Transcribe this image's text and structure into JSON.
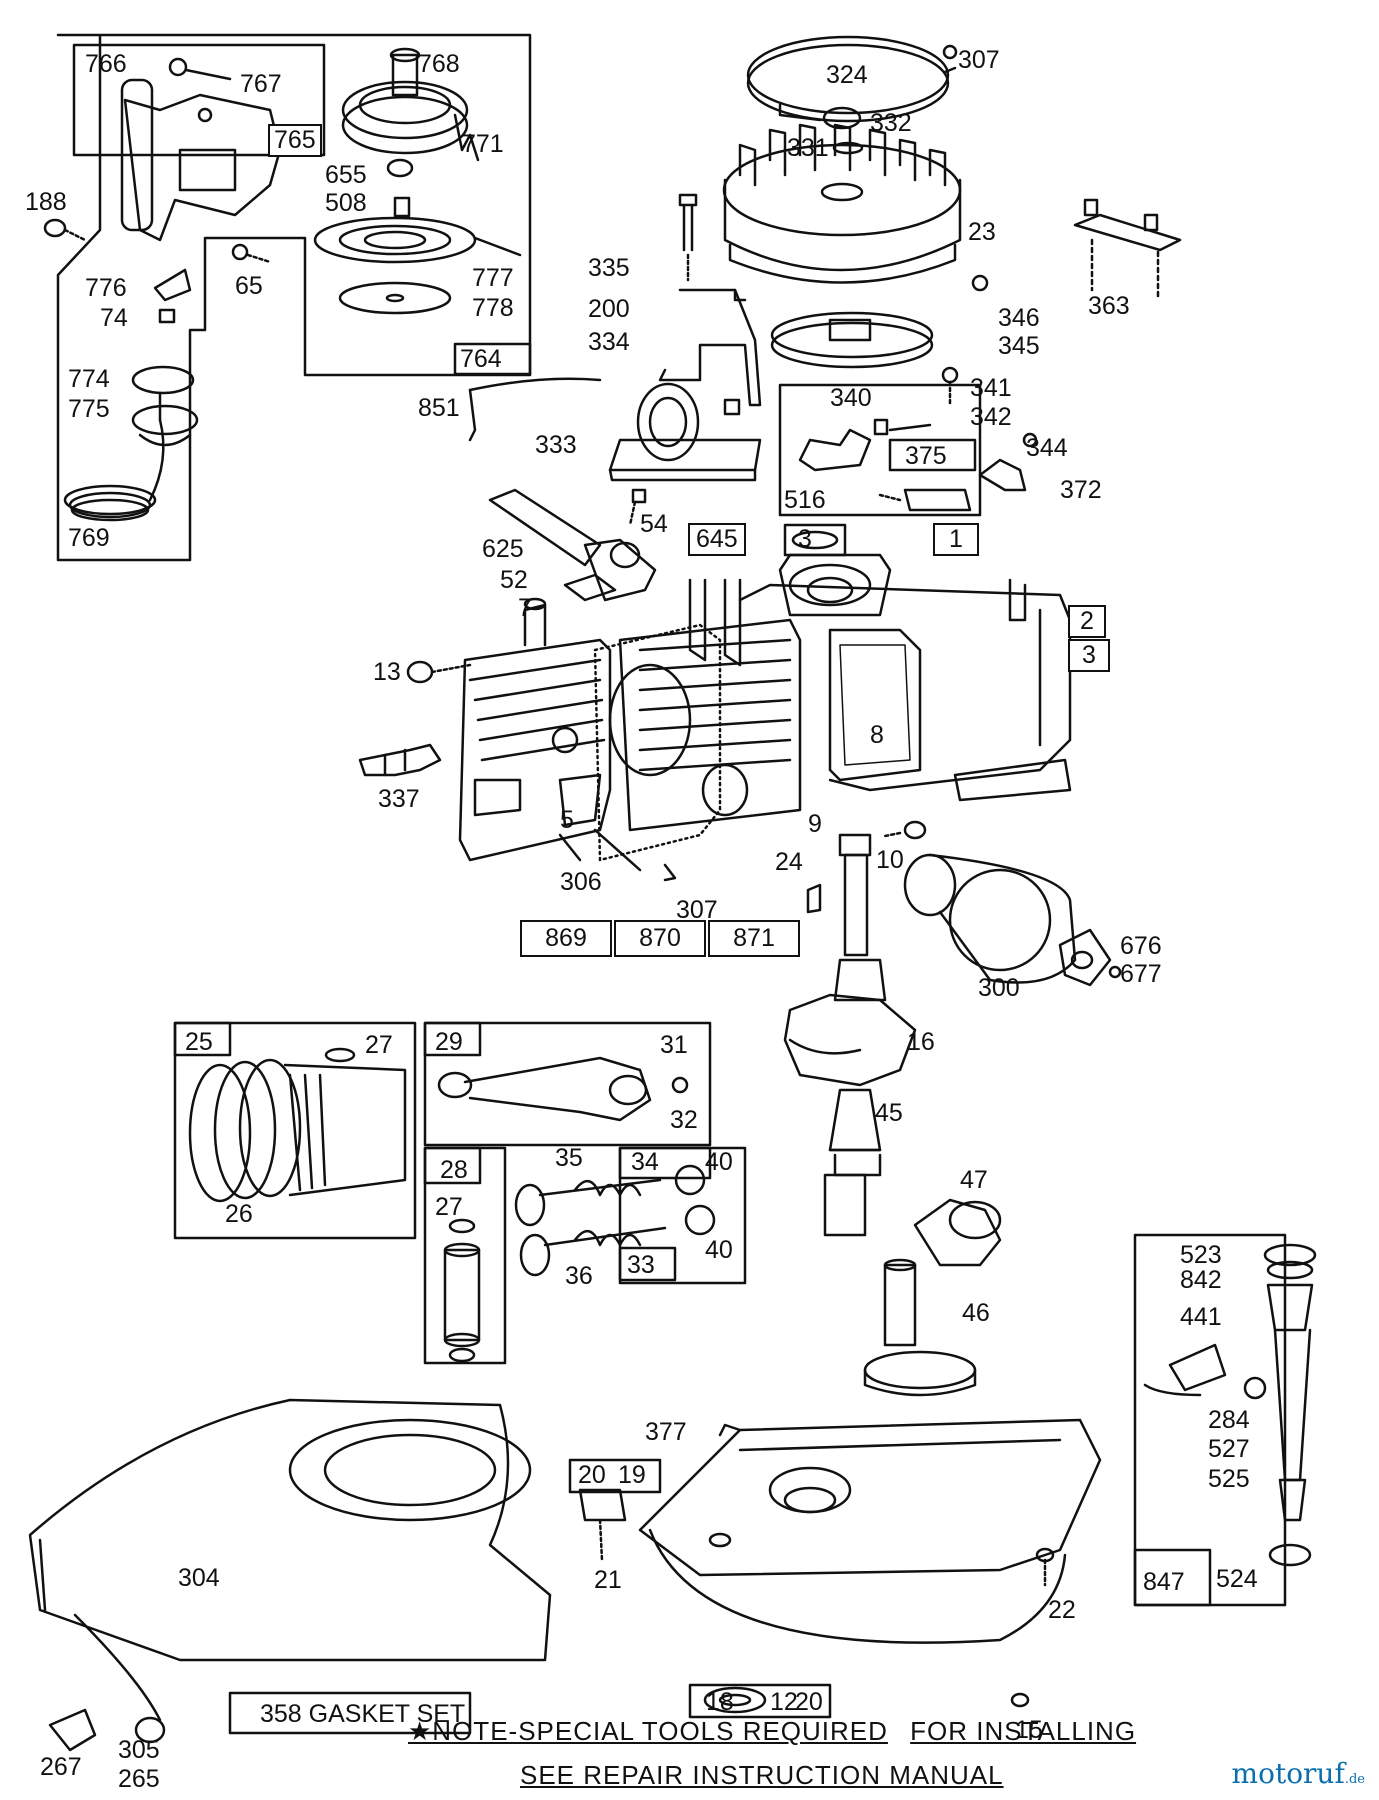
{
  "parts": [
    "766",
    "767",
    "768",
    "765",
    "771",
    "655",
    "508",
    "777",
    "778",
    "764",
    "188",
    "776",
    "74",
    "65",
    "774",
    "775",
    "769",
    "307",
    "324",
    "332",
    "331",
    "23",
    "363",
    "335",
    "200",
    "346",
    "345",
    "334",
    "341",
    "342",
    "340",
    "851",
    "333",
    "375",
    "344",
    "372",
    "516",
    "54",
    "645",
    "3",
    "1",
    "625",
    "52",
    "7",
    "2",
    "13",
    "8",
    "337",
    "5",
    "9",
    "10",
    "306",
    "307",
    "24",
    "869",
    "870",
    "871",
    "676",
    "677",
    "300",
    "16",
    "45",
    "25",
    "27",
    "26",
    "29",
    "31",
    "32",
    "28",
    "35",
    "34",
    "40",
    "33",
    "36",
    "47",
    "523",
    "842",
    "441",
    "46",
    "284",
    "527",
    "525",
    "377",
    "20",
    "19",
    "21",
    "304",
    "22",
    "847",
    "524",
    "18",
    "12",
    "15",
    "358 GASKET SET",
    "267",
    "305",
    "265"
  ],
  "note": {
    "line1_a": "★NOTE-SPECIAL TOOLS REQUIRED",
    "line1_b": "FOR INSTALLING",
    "line2": "SEE REPAIR INSTRUCTION MANUAL"
  },
  "watermark": {
    "main": "motoruf",
    "suffix": ".de",
    "colors": {
      "text": "#0b6fae",
      "dot": "#e98b14"
    }
  }
}
